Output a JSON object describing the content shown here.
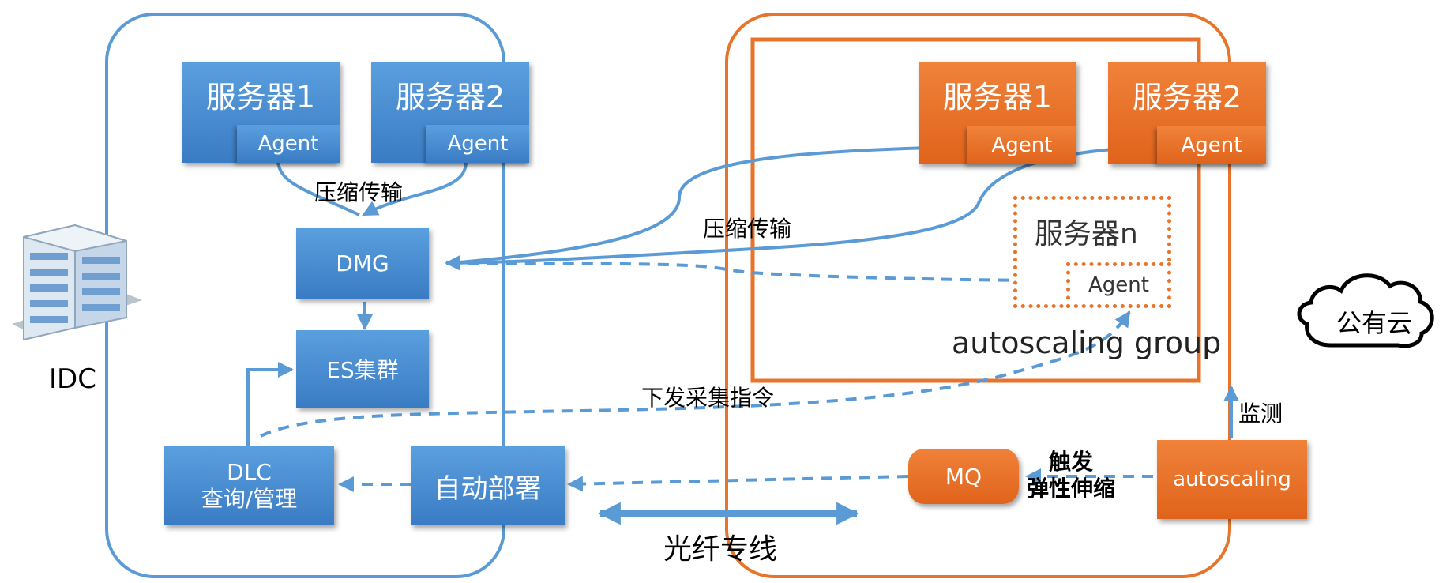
{
  "idc": {
    "label": "IDC",
    "server1": "服务器1",
    "server2": "服务器2",
    "agent": "Agent",
    "compress_label": "压缩传输",
    "dmg": "DMG",
    "es": "ES集群",
    "dlc": "DLC\n查询/管理",
    "deploy": "自动部署"
  },
  "cloud": {
    "label": "公有云",
    "server1": "服务器1",
    "server2": "服务器2",
    "agent": "Agent",
    "server_n": "服务器n",
    "group": "autoscaling group",
    "compress_label": "压缩传输",
    "collect_label": "下发采集指令",
    "monitor_label": "监测",
    "trigger_label": "触发\n弹性伸缩",
    "mq": "MQ",
    "autoscaling": "autoscaling"
  },
  "link": {
    "label": "光纤专线"
  },
  "colors": {
    "blue": "#4a8fd6",
    "orange": "#e8732a",
    "line_blue": "#5b9bd5"
  }
}
